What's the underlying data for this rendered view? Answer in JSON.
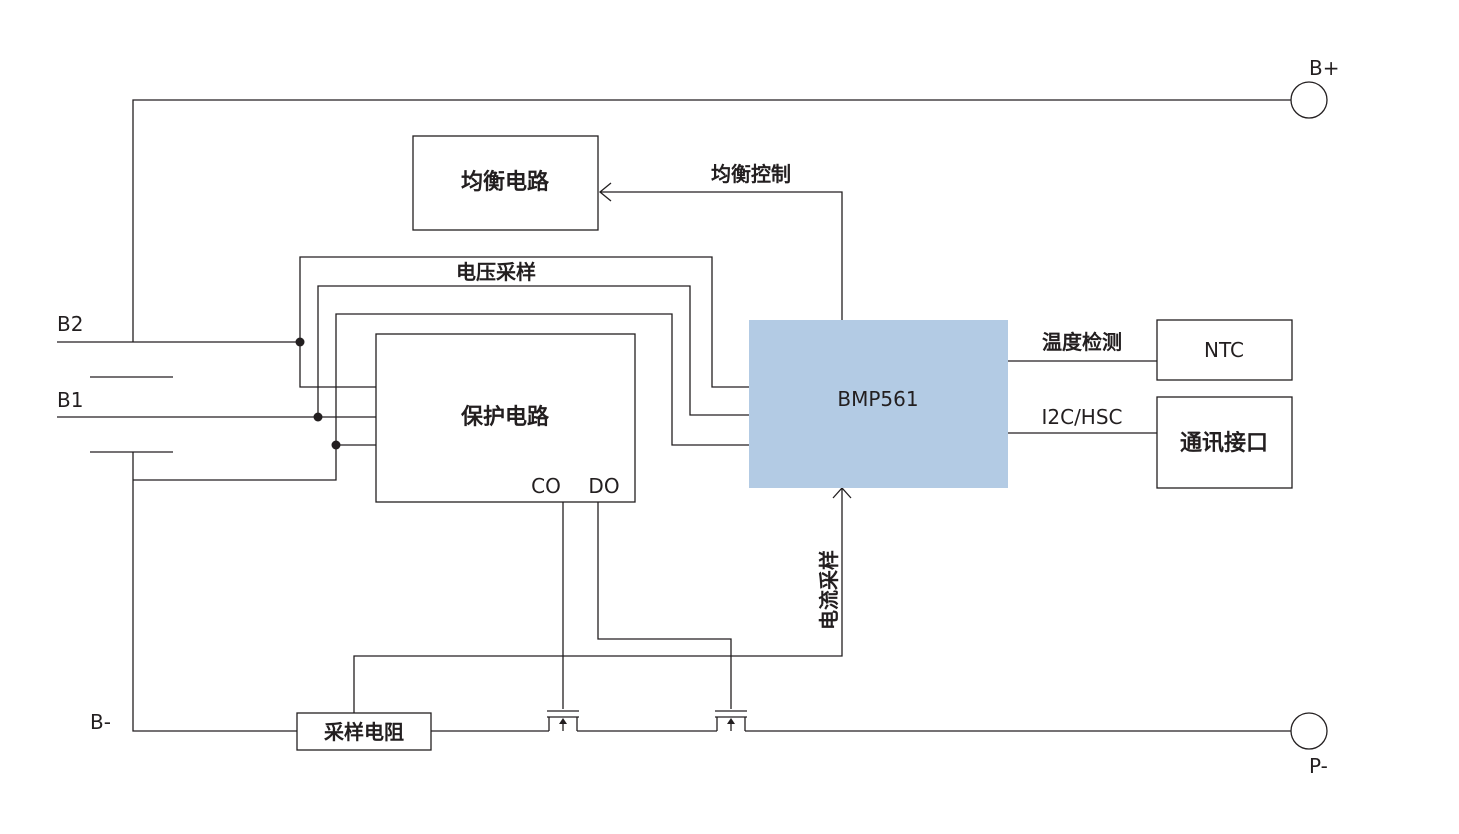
{
  "colors": {
    "line": "#231f20",
    "chip_fill": "#b3cbe4",
    "background": "#ffffff"
  },
  "terminals": {
    "b_plus": "B+",
    "p_minus": "P-",
    "b2": "B2",
    "b1": "B1",
    "b_minus": "B-"
  },
  "blocks": {
    "balance_circuit": "均衡电路",
    "protection_circuit": "保护电路",
    "co_pin": "CO",
    "do_pin": "DO",
    "chip": "BMP561",
    "ntc": "NTC",
    "comm_interface": "通讯接口",
    "sense_resistor": "采样电阻"
  },
  "signals": {
    "balance_control": "均衡控制",
    "voltage_sampling": "电压采样",
    "temperature_detection": "温度检测",
    "i2c_hsc": "I2C/HSC",
    "current_sampling": "电流采样"
  }
}
